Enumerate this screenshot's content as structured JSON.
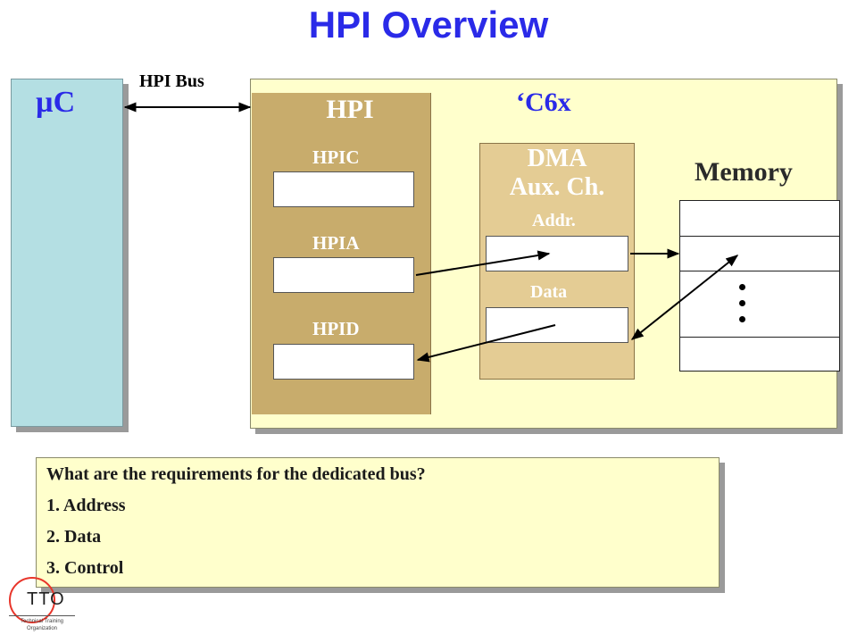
{
  "title": "HPI Overview",
  "microcontroller": {
    "label": "µC"
  },
  "bus": {
    "label": "HPI Bus"
  },
  "c6x": {
    "label": "‘C6x"
  },
  "hpi": {
    "label": "HPI",
    "registers": [
      {
        "label": "HPIC"
      },
      {
        "label": "HPIA"
      },
      {
        "label": "HPID"
      }
    ]
  },
  "dma": {
    "title_line1": "DMA",
    "title_line2": "Aux. Ch.",
    "addr_label": "Addr.",
    "data_label": "Data"
  },
  "memory": {
    "label": "Memory"
  },
  "question": {
    "prompt": "What are the requirements for the dedicated bus?",
    "items": [
      "1. Address",
      "2. Data",
      "3. Control"
    ]
  },
  "logo": {
    "text": "TTO",
    "subtitle": "Technical Training Organization",
    "ring_color": "#e8352a"
  },
  "colors": {
    "title": "#2a2ae8",
    "uc_box": "#b4dfe3",
    "c6x_box": "#ffffcc",
    "hpi_box": "#c8ac6c",
    "dma_box": "#e4cc94"
  }
}
